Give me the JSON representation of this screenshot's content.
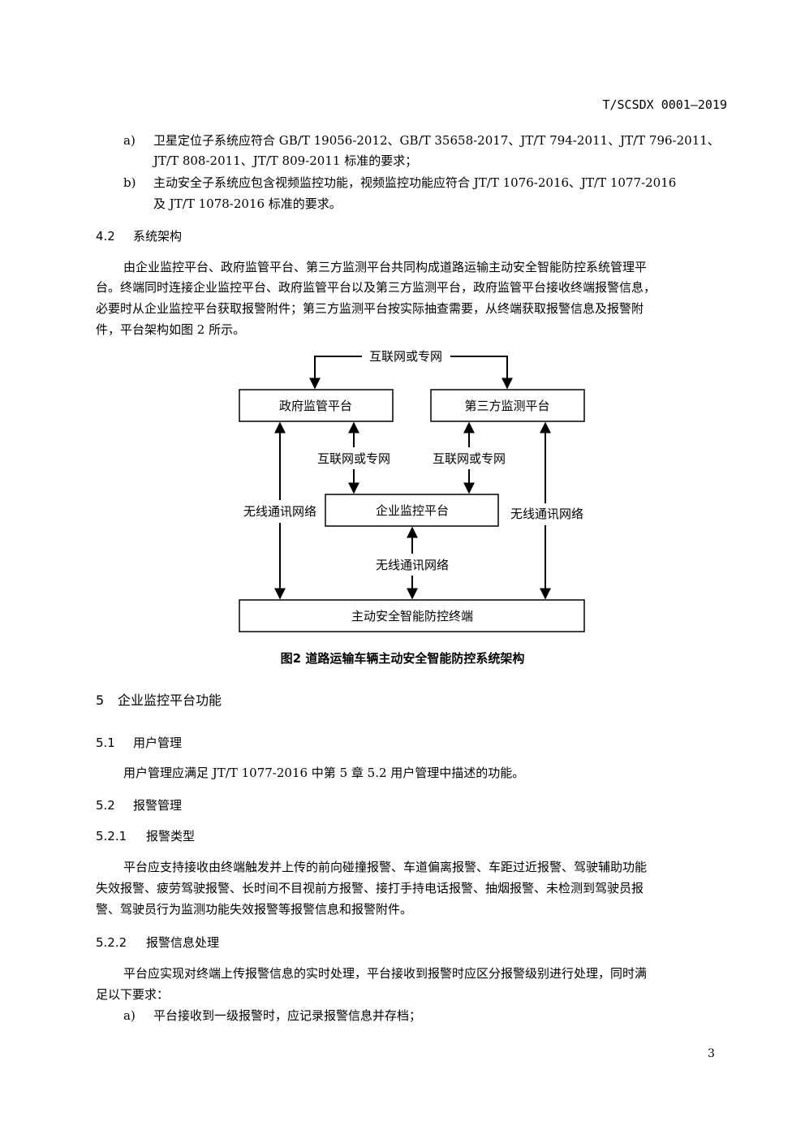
{
  "header": {
    "doc_code": "T/SCSDX 0001—2019"
  },
  "list1": [
    {
      "marker": "a)",
      "lines": [
        "卫星定位子系统应符合 GB/T 19056-2012、GB/T 35658-2017、JT/T 794-2011、JT/T 796-2011、",
        "JT/T 808-2011、JT/T 809-2011 标准的要求；"
      ]
    },
    {
      "marker": "b)",
      "lines": [
        "主动安全子系统应包含视频监控功能，视频监控功能应符合 JT/T 1076-2016、JT/T 1077-2016",
        "及 JT/T 1078-2016 标准的要求。"
      ]
    }
  ],
  "sec42": {
    "number": "4.2",
    "title": "系统架构",
    "para": [
      "由企业监控平台、政府监管平台、第三方监测平台共同构成道路运输主动安全智能防控系统管理平",
      "台。终端同时连接企业监控平台、政府监管平台以及第三方监测平台，政府监管平台接收终端报警信息，",
      "必要时从企业监控平台获取报警附件；第三方监测平台按实际抽查需要，从终端获取报警信息及报警附",
      "件，平台架构如图 2 所示。"
    ]
  },
  "diagram": {
    "top_link": "互联网或专网",
    "gov_platform": "政府监管平台",
    "third_platform": "第三方监测平台",
    "left_mid_link": "互联网或专网",
    "right_mid_link": "互联网或专网",
    "enterprise_platform": "企业监控平台",
    "left_wireless": "无线通讯网络",
    "right_wireless": "无线通讯网络",
    "center_wireless": "无线通讯网络",
    "terminal": "主动安全智能防控终端",
    "caption": "图2   道路运输车辆主动安全智能防控系统架构"
  },
  "sec5": {
    "number": "5",
    "title": "企业监控平台功能"
  },
  "sec51": {
    "number": "5.1",
    "title": "用户管理",
    "para": "用户管理应满足 JT/T 1077-2016 中第 5 章 5.2 用户管理中描述的功能。"
  },
  "sec52": {
    "number": "5.2",
    "title": "报警管理"
  },
  "sec521": {
    "number": "5.2.1",
    "title": "报警类型",
    "para": [
      "平台应支持接收由终端触发并上传的前向碰撞报警、车道偏离报警、车距过近报警、驾驶辅助功能",
      "失效报警、疲劳驾驶报警、长时间不目视前方报警、接打手持电话报警、抽烟报警、未检测到驾驶员报",
      "警、驾驶员行为监测功能失效报警等报警信息和报警附件。"
    ]
  },
  "sec522": {
    "number": "5.2.2",
    "title": "报警信息处理",
    "para": [
      "平台应实现对终端上传报警信息的实时处理，平台接收到报警时应区分报警级别进行处理，同时满",
      "足以下要求："
    ],
    "item_a_marker": "a)",
    "item_a": "平台接收到一级报警时，应记录报警信息并存档；"
  },
  "footer": {
    "page_number": "3"
  }
}
